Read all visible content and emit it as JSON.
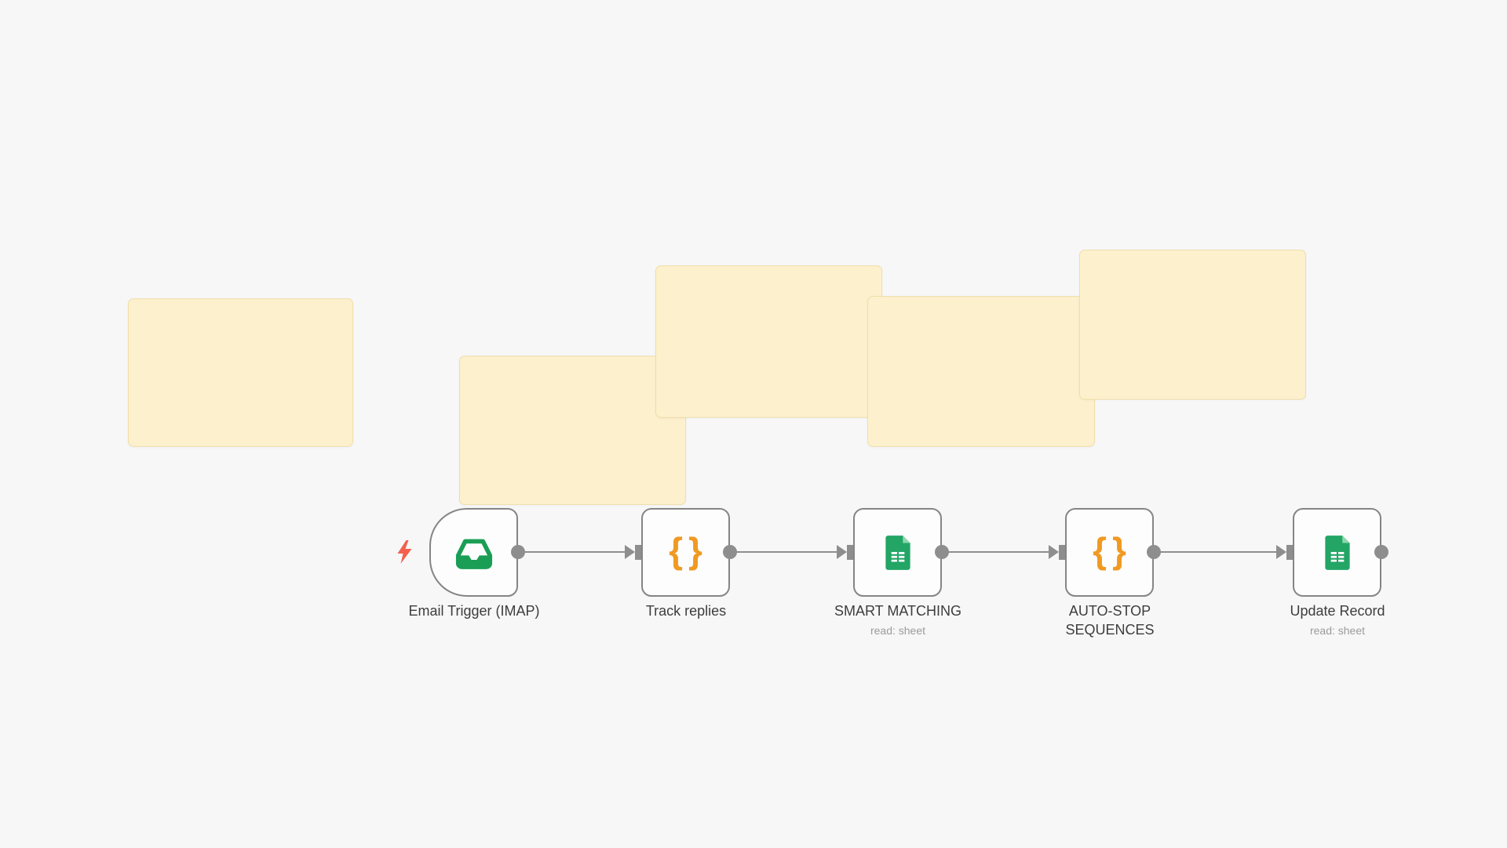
{
  "app": {
    "name": "workflow-canvas",
    "theme": {
      "canvas_bg": "#f7f7f8",
      "sticky_fill": "#fdf0cd",
      "sticky_border": "#f0dfa9",
      "node_border": "#858585",
      "connector_gray": "#8e8e8e",
      "label_color": "#3d3d3d",
      "subtitle_color": "#9b9b9b",
      "trigger_bolt_color": "#f4604d",
      "code_braces_color": "#f09a23",
      "sheets_green": "#23a566",
      "inbox_green": "#1a9e55"
    }
  },
  "nodes": [
    {
      "label": "Email Trigger (IMAP)",
      "subtitle": "",
      "icon": "inbox-icon",
      "type": "trigger"
    },
    {
      "label": "Track replies",
      "subtitle": "",
      "icon": "code-braces-icon",
      "glyph": "{}",
      "type": "code"
    },
    {
      "label": "SMART MATCHING",
      "subtitle": "read: sheet",
      "icon": "google-sheets-icon",
      "type": "sheets"
    },
    {
      "label": "AUTO-STOP\nSEQUENCES",
      "subtitle": "",
      "icon": "code-braces-icon",
      "glyph": "{}",
      "type": "code"
    },
    {
      "label": "Update Record",
      "subtitle": "read: sheet",
      "icon": "google-sheets-icon",
      "type": "sheets"
    }
  ],
  "sticky_notes": [
    {
      "name": "sticky-note-1"
    },
    {
      "name": "sticky-note-2"
    },
    {
      "name": "sticky-note-3"
    },
    {
      "name": "sticky-note-4"
    },
    {
      "name": "sticky-note-5"
    }
  ]
}
